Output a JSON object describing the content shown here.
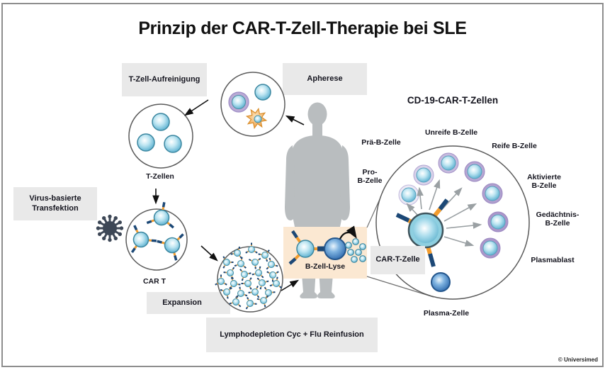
{
  "title": "Prinzip der CAR-T-Zell-Therapie bei SLE",
  "credit": "© Universimed",
  "process_boxes": {
    "t_zell_aufreinigung": "T-Zell-Aufreinigung",
    "apherese": "Apherese",
    "virus_line1": "Virus-basierte",
    "virus_line2": "Transfektion",
    "expansion": "Expansion",
    "lymphodepletion": "Lymphodepletion Cyc + Flu Reinfusion",
    "b_zell_lyse": "B-Zell-Lyse",
    "car_t_zelle": "CAR-T-Zelle"
  },
  "stage_labels": {
    "t_zellen": "T-Zellen",
    "car_t": "CAR T",
    "cd19_title": "CD-19-CAR-T-Zellen",
    "pro_b_line1": "Pro-",
    "pro_b_line2": "B-Zelle",
    "prae_b": "Prä-B-Zelle",
    "unreife_b": "Unreife B-Zelle",
    "reife_b": "Reife B-Zelle",
    "aktivierte_line1": "Aktivierte",
    "aktivierte_line2": "B-Zelle",
    "gedaechtnis_line1": "Gedächtnis-",
    "gedaechtnis_line2": "B-Zelle",
    "plasmablast": "Plasmablast",
    "plasma_zelle": "Plasma-Zelle"
  },
  "icons": {
    "virus": "virus-icon",
    "human": "human-silhouette-icon"
  },
  "colors": {
    "cell_blue": "#5ab0d0",
    "cell_dark_blue": "#2a66ab",
    "receptor_navy": "#1c4876",
    "receptor_orange": "#f39c2d",
    "ring_purple": "#ab97ca",
    "virus_slate": "#3d4756",
    "box_gray": "#e9e9e9",
    "lyse_peach": "#fbe8d2",
    "silhouette_gray": "#b9bdbf",
    "frame_gray": "#8e8e8e",
    "arrow_black": "#111111",
    "arrow_gray": "#9aa0a3"
  }
}
